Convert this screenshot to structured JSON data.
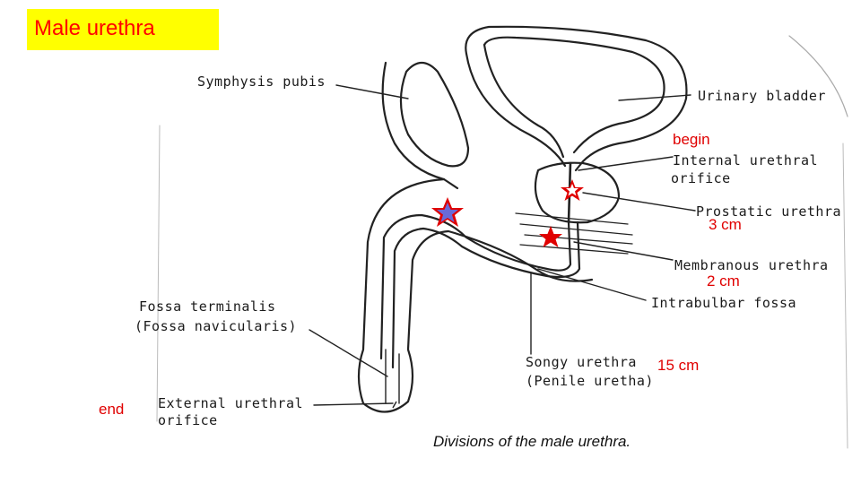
{
  "title": "Male urethra",
  "labels": {
    "symphysis": "Symphysis pubis",
    "bladder": "Urinary bladder",
    "internal_1": "Internal urethral",
    "internal_2": "orifice",
    "prostatic": "Prostatic urethra",
    "membranous": "Membranous urethra",
    "intrabulbar": "Intrabulbar fossa",
    "fossa_1": "Fossa terminalis",
    "fossa_2": "(Fossa navicularis)",
    "spongy_1": "Songy urethra",
    "spongy_2": "(Penile uretha)",
    "external_1": "External urethral",
    "external_2": "orifice"
  },
  "annotations": {
    "begin": "begin",
    "prostatic_len": "3 cm",
    "membranous_len": "2 cm",
    "spongy_len": "15 cm",
    "end": "end"
  },
  "caption": "Divisions of the male urethra.",
  "colors": {
    "title_bg": "#ffff00",
    "accent": "#e00000",
    "star_inner": "#6a6ad8"
  }
}
